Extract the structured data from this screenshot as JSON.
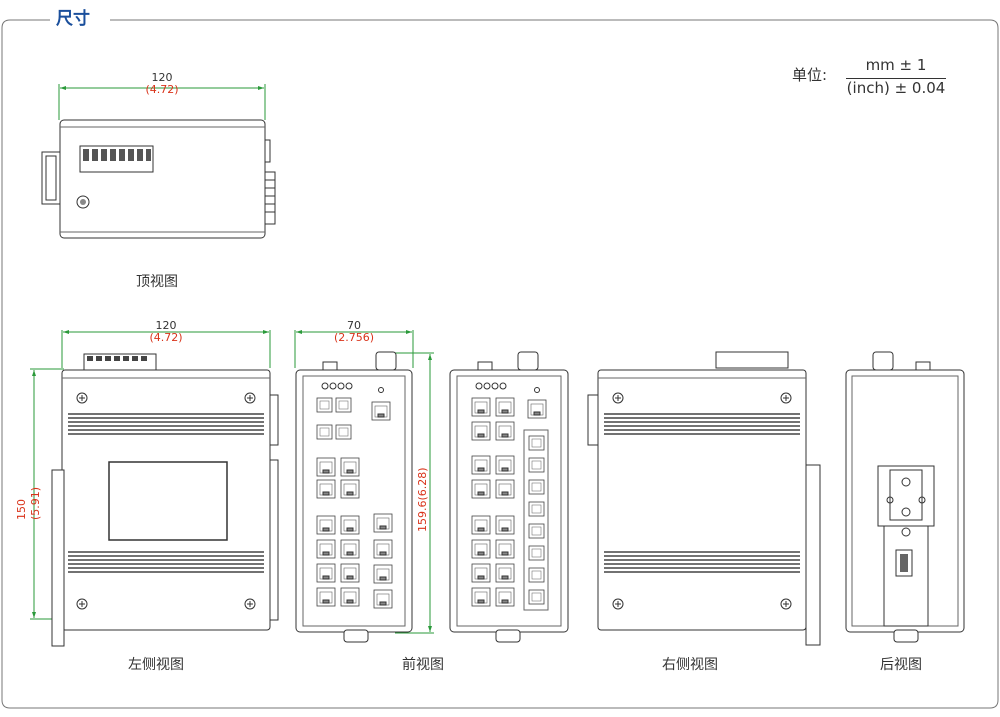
{
  "section_title": "尺寸",
  "unit": {
    "label": "单位:",
    "numerator": "mm ± 1",
    "denominator": "(inch) ± 0.04"
  },
  "captions": {
    "top": "顶视图",
    "left": "左侧视图",
    "front": "前视图",
    "right": "右侧视图",
    "back": "后视图"
  },
  "dimensions": {
    "top_width": {
      "mm": "120",
      "inch": "(4.72)"
    },
    "left_width": {
      "mm": "120",
      "inch": "(4.72)"
    },
    "front_width": {
      "mm": "70",
      "inch": "(2.756)"
    },
    "left_height": {
      "mm": "150",
      "inch": "(5.91)"
    },
    "front_height": {
      "mm": "159.6",
      "inch": "(6.28)"
    }
  },
  "colors": {
    "title": "#1a4f9c",
    "dimension_line": "#2a9a3a",
    "imperial": "#d9331a",
    "frame": "#777777"
  }
}
